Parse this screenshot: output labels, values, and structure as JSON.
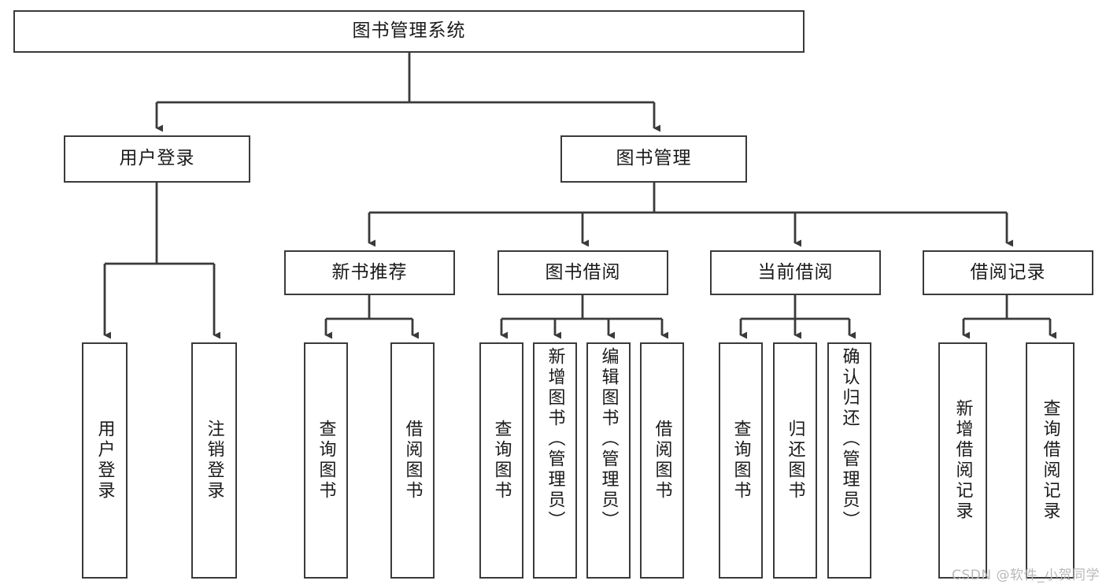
{
  "diagram": {
    "title": "图书管理系统",
    "type": "tree-hierarchy",
    "root": {
      "label": "图书管理系统"
    },
    "level2": [
      {
        "label": "用户登录"
      },
      {
        "label": "图书管理"
      }
    ],
    "level3": [
      {
        "label": "新书推荐"
      },
      {
        "label": "图书借阅"
      },
      {
        "label": "当前借阅"
      },
      {
        "label": "借阅记录"
      }
    ],
    "leaves": {
      "user_login": [
        {
          "label": "用户登录"
        },
        {
          "label": "注销登录"
        }
      ],
      "new_book_recommend": [
        {
          "label": "查询图书"
        },
        {
          "label": "借阅图书"
        }
      ],
      "book_borrow": [
        {
          "label": "查询图书"
        },
        {
          "label": "新增图书（管理员）"
        },
        {
          "label": "编辑图书（管理员）"
        },
        {
          "label": "借阅图书"
        }
      ],
      "current_borrow": [
        {
          "label": "查询图书"
        },
        {
          "label": "归还图书"
        },
        {
          "label": "确认归还（管理员）"
        }
      ],
      "borrow_record": [
        {
          "label": "新增借阅记录"
        },
        {
          "label": "查询借阅记录"
        }
      ]
    }
  },
  "watermark": {
    "text": "CSDN @软件_小贺同学"
  },
  "colors": {
    "box_border": "#3a3a3a",
    "connector": "#3a3a3a",
    "text": "#1a1a1a",
    "background": "#ffffff",
    "watermark": "#b9b9b9"
  }
}
